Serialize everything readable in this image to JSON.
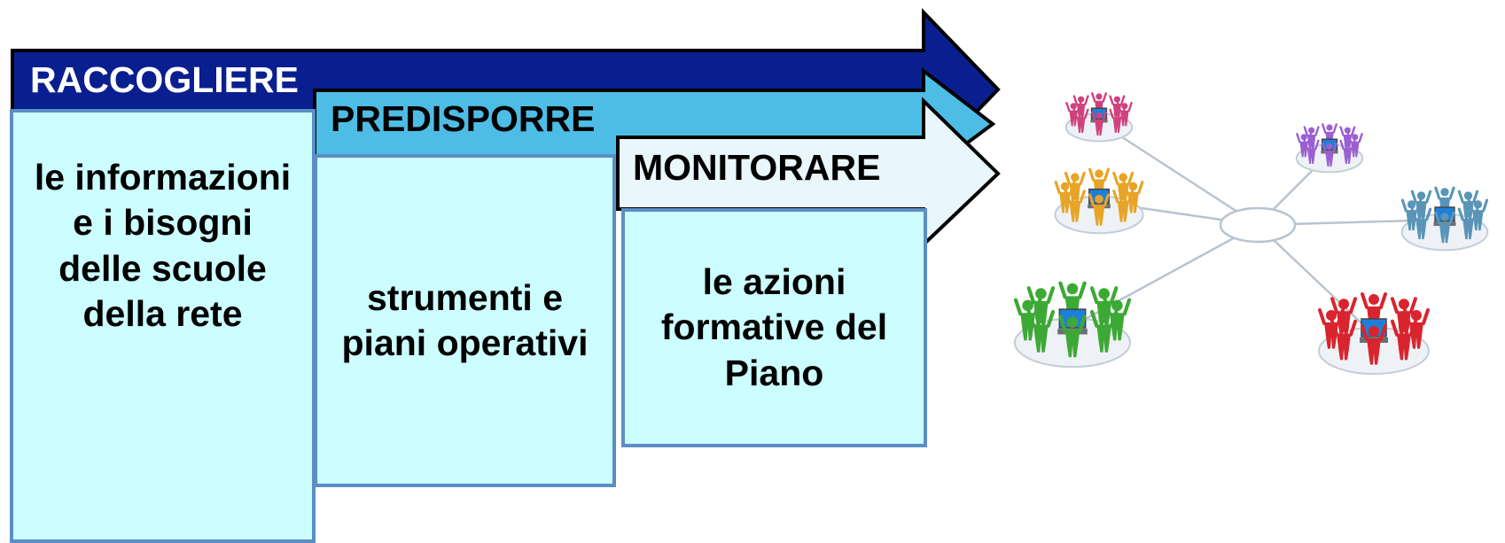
{
  "diagram": {
    "steps": [
      {
        "title": "RACCOGLIERE",
        "description": "le informazioni e i bisogni delle scuole della rete",
        "header_color": "#0a1f8f"
      },
      {
        "title": "PREDISPORRE",
        "description": "strumenti e piani operativi",
        "header_color": "#4ebde5"
      },
      {
        "title": "MONITORARE",
        "description": "le azioni formative del Piano",
        "header_color": "#e9f6fc"
      }
    ],
    "card_color": "#ccfdff",
    "card_border_color": "#5b8ec4"
  },
  "network_image": {
    "groups": [
      {
        "color": "#d0427e"
      },
      {
        "color": "#9b5fd1"
      },
      {
        "color": "#e8a426"
      },
      {
        "color": "#5a95b8"
      },
      {
        "color": "#3da935"
      },
      {
        "color": "#d9242e"
      }
    ]
  }
}
